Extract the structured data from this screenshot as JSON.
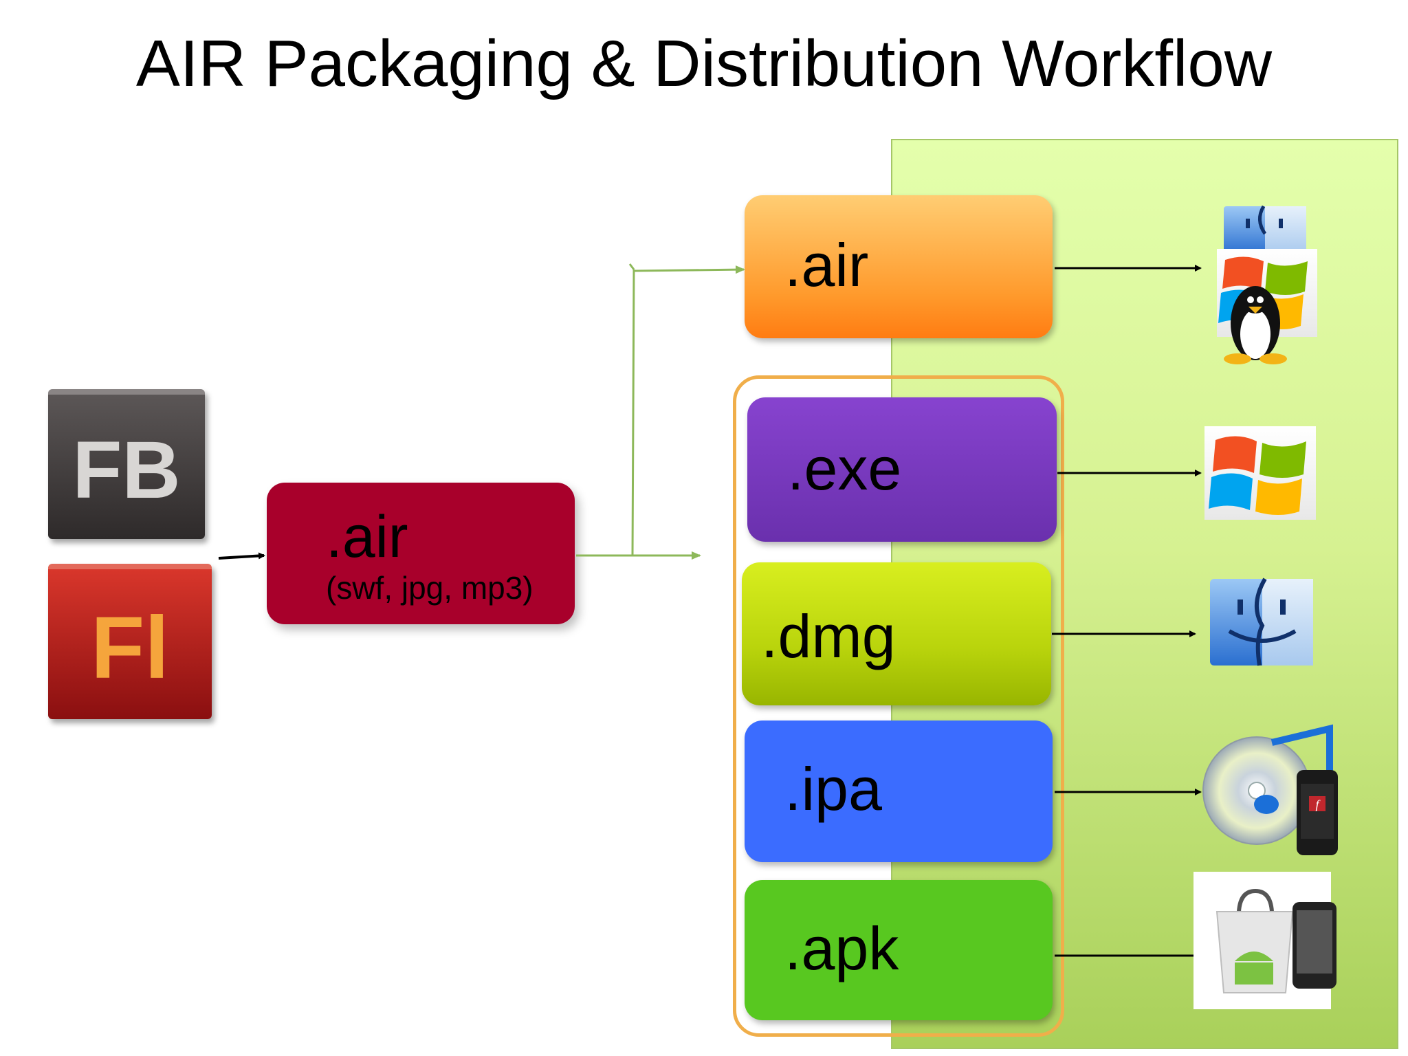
{
  "title": "AIR Packaging & Distribution Workflow",
  "source": {
    "label": ".air",
    "contents": "(swf, jpg, mp3)"
  },
  "tools": [
    {
      "name": "flash-builder-icon",
      "label": "FB"
    },
    {
      "name": "flash-professional-icon",
      "label": "Fl"
    }
  ],
  "outputs": [
    {
      "label": ".air",
      "platforms": [
        "mac-finder-icon",
        "windows-icon",
        "linux-tux-icon"
      ]
    },
    {
      "label": ".exe",
      "platforms": [
        "windows-icon"
      ]
    },
    {
      "label": ".dmg",
      "platforms": [
        "mac-finder-icon"
      ]
    },
    {
      "label": ".ipa",
      "platforms": [
        "itunes-iphone-icon"
      ]
    },
    {
      "label": ".apk",
      "platforms": [
        "android-market-icon"
      ]
    }
  ],
  "colors": {
    "source_box": "#a8002b",
    "air_box": "#ff9a2c",
    "exe_box": "#7a38be",
    "dmg_box": "#c6e012",
    "ipa_box": "#3b6cff",
    "apk_box": "#58c820",
    "platform_panel": "#d6f191",
    "group_frame": "#f0ae4a",
    "connector": "#8db85a"
  }
}
